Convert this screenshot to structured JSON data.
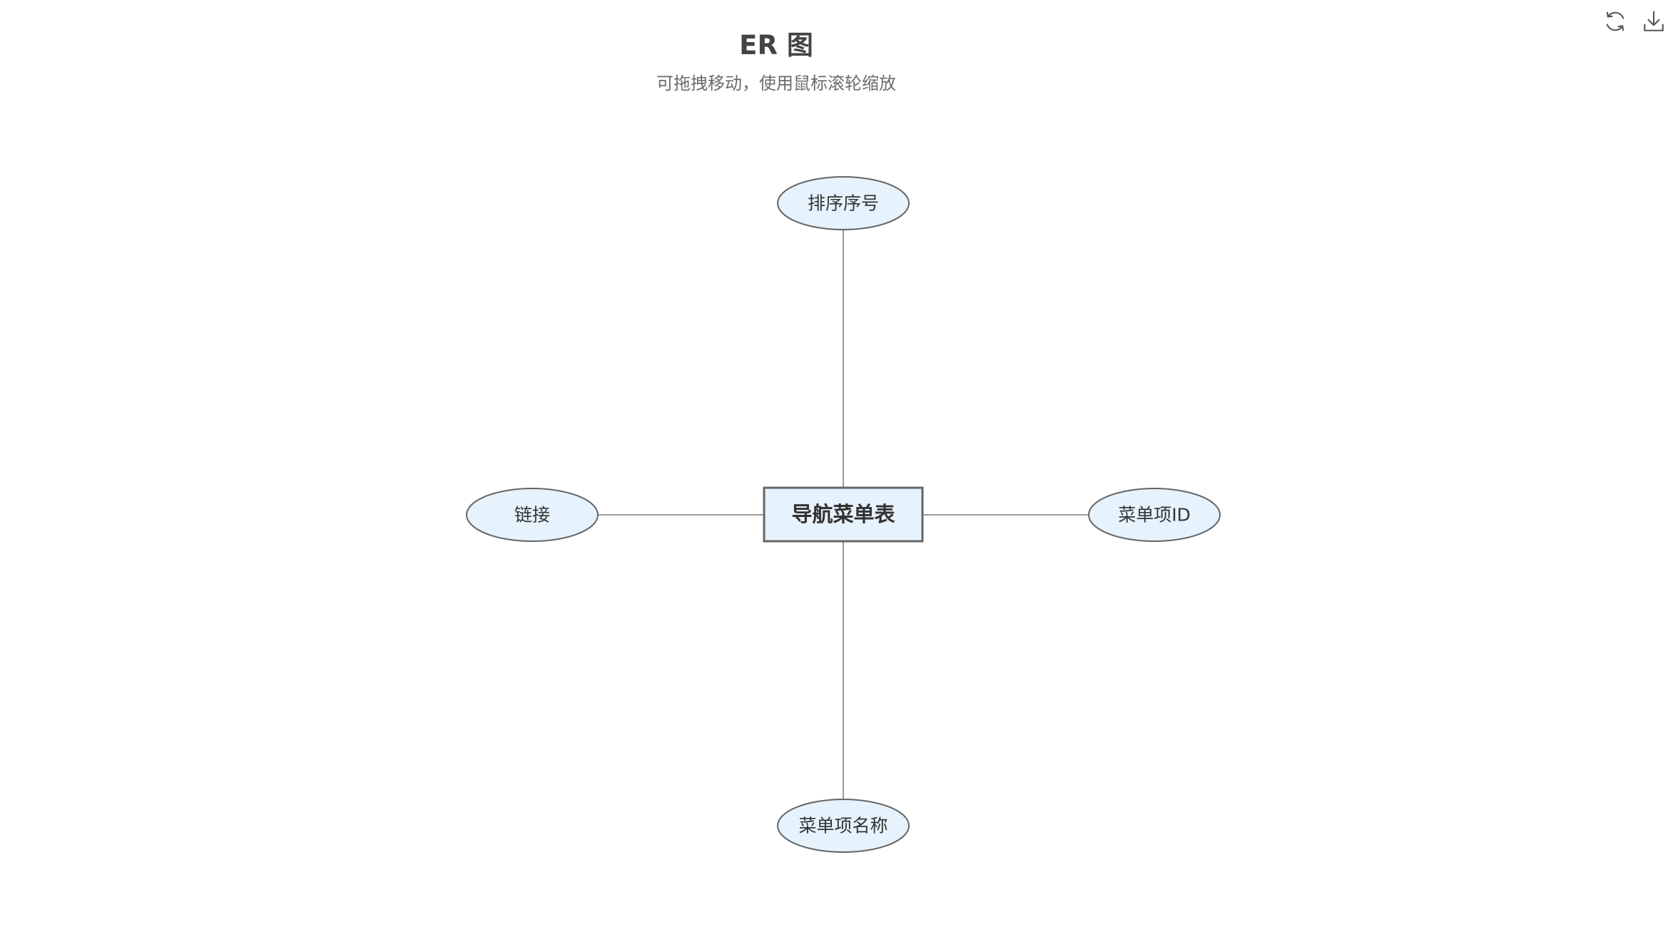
{
  "header": {
    "title": "ER 图",
    "subtitle": "可拖拽移动，使用鼠标滚轮缩放"
  },
  "toolbar": {
    "refresh_icon": "refresh-icon",
    "download_icon": "download-icon"
  },
  "diagram": {
    "entity": {
      "label": "导航菜单表"
    },
    "attributes": {
      "top": "排序序号",
      "left": "链接",
      "right": "菜单项ID",
      "bottom": "菜单项名称"
    }
  },
  "colors": {
    "node_fill": "#e6f2fc",
    "node_stroke": "#666666",
    "edge": "#9a9a9a"
  }
}
